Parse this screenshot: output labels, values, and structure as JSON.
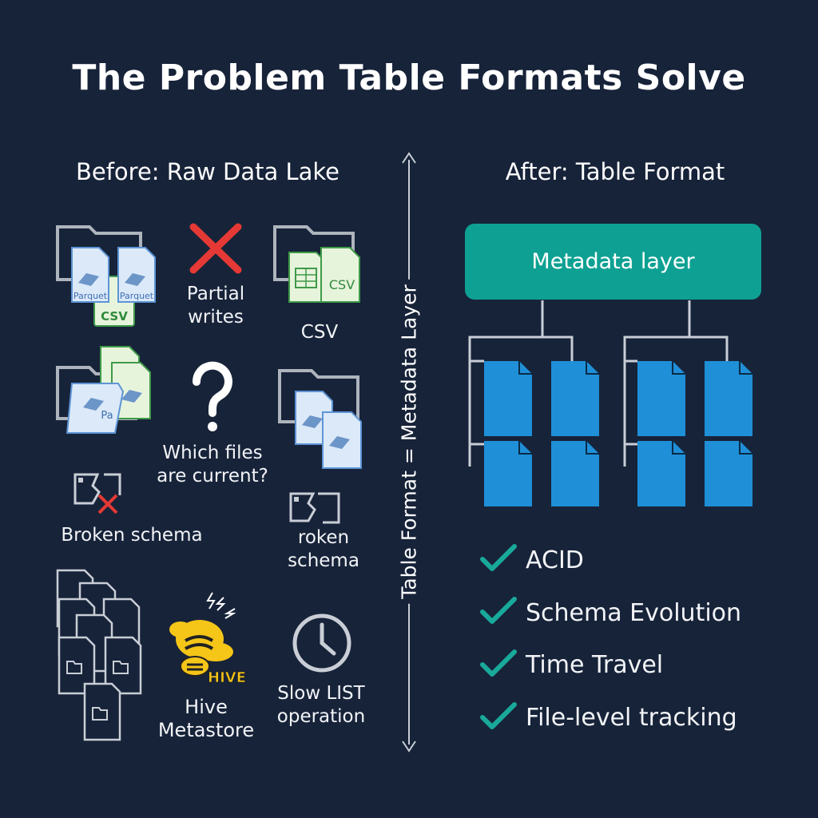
{
  "title": "The Problem Table Formats Solve",
  "before": {
    "heading": "Before: Raw Data Lake",
    "items": {
      "partial_writes": "Partial\nwrites",
      "csv_label": "CSV",
      "which_files": "Which files\nare current?",
      "broken_schema_1": "Broken schema",
      "broken_schema_2": "roken\nschema",
      "hive_metastore": "Hive\nMetastore",
      "slow_list": "Slow LIST\noperation"
    },
    "file_tags": {
      "parquet": "Parquet",
      "csv": "CSV",
      "pa": "Pa",
      "hive_logo": "HIVE"
    }
  },
  "axis": {
    "label": "Table Format = Metadata Layer"
  },
  "after": {
    "heading": "After: Table Format",
    "metadata_box": "Metadata layer",
    "features": [
      "ACID",
      "Schema Evolution",
      "Time Travel",
      "File-level tracking"
    ]
  },
  "colors": {
    "background": "#172339",
    "teal": "#0ea193",
    "check": "#19a99a",
    "file_blue": "#1f8fd8",
    "error_red": "#e53935",
    "hive_yellow": "#f5c518"
  }
}
